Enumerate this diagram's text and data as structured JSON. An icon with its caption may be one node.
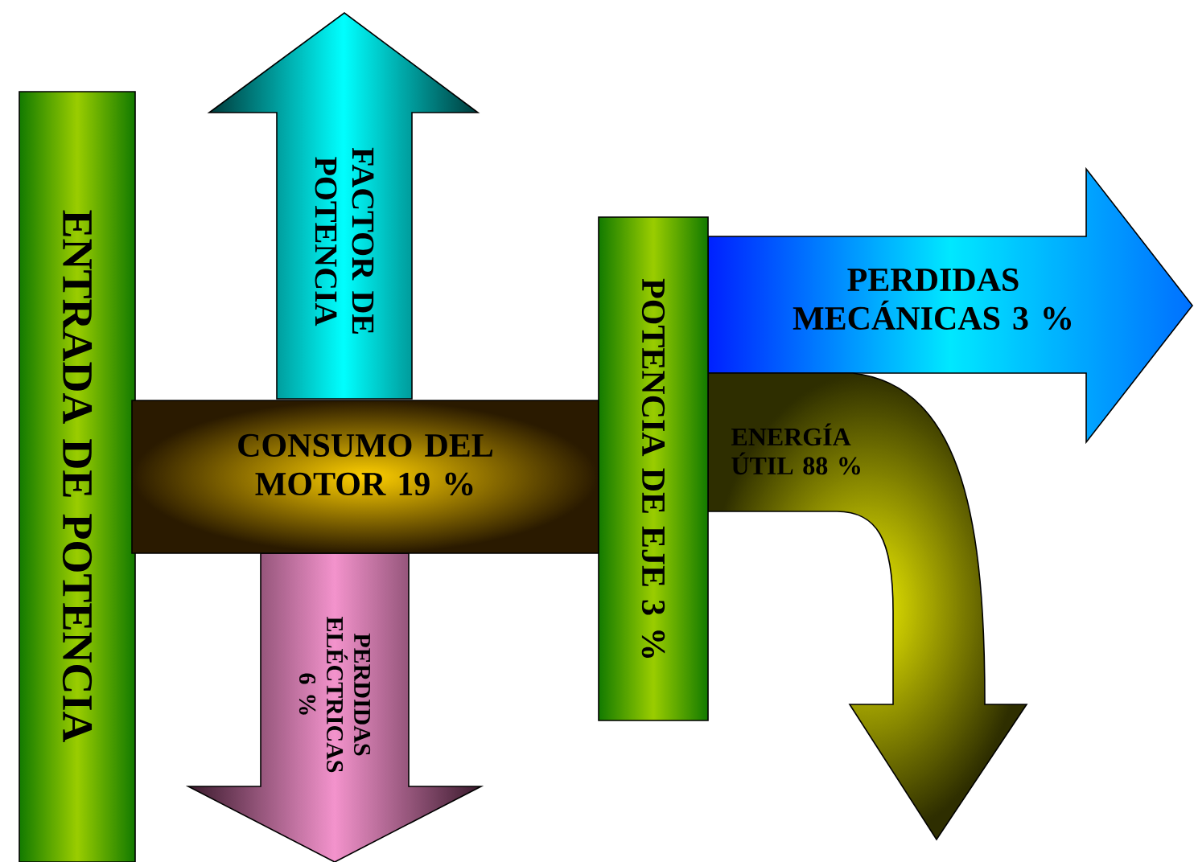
{
  "diagram": {
    "nodes": [
      {
        "text": [
          "ENTRADA DE POTENCIA"
        ]
      },
      {
        "text": [
          "FACTOR DE POTENCIA"
        ]
      },
      {
        "text": [
          "CONSUMO DEL MOTOR 19 %"
        ]
      },
      {
        "text": [
          "PERDIDAS ELÉCTRICAS 6 %"
        ]
      },
      {
        "text": [
          "POTENCIA DE EJE 3 %"
        ]
      },
      {
        "text": [
          "PERDIDAS MECÁNICAS 3 %"
        ]
      },
      {
        "text": [
          "ENERGÍA ÚTIL 88 %"
        ]
      }
    ]
  }
}
